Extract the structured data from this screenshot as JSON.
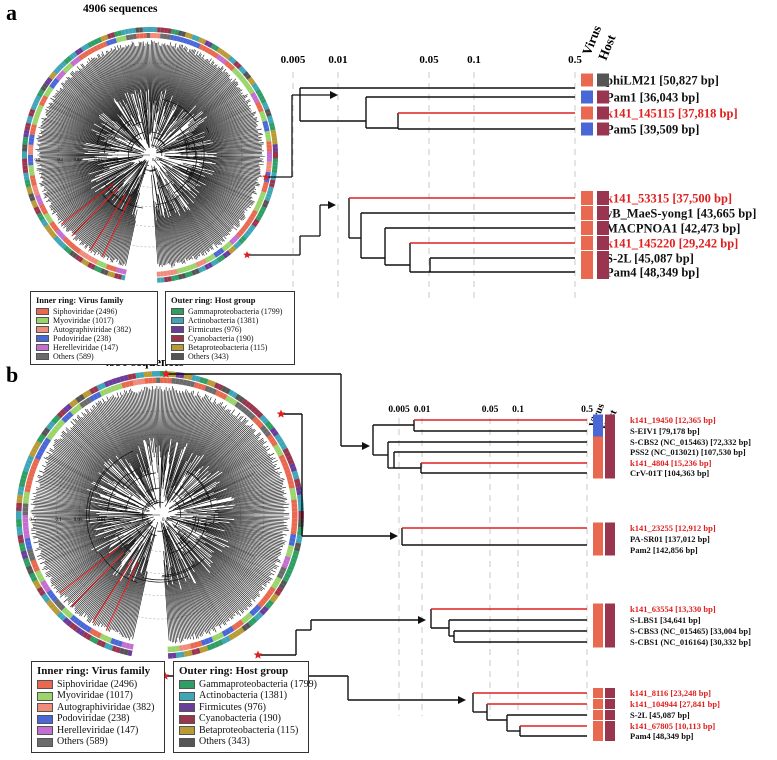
{
  "colors": {
    "siphoviridae": "#e8694f",
    "myoviridae": "#9ad46b",
    "autographiviridae": "#f08c7c",
    "podoviridae": "#4a67d6",
    "herelleviridae": "#c46fd0",
    "others_virus": "#6b6b6b",
    "gammaproteobacteria": "#2f9e64",
    "actinobacteria": "#40a6b7",
    "firmicutes": "#6a3d9a",
    "cyanobacteria": "#9a3550",
    "betaproteobacteria": "#b89b36",
    "others_host": "#555555",
    "novel": "#e02020",
    "star": "#e02020"
  },
  "panel_a": {
    "label": "a",
    "sequence_count": "4906 sequences",
    "inner_scale": [
      "0.5",
      "0.1",
      "0.05",
      "0.01",
      "0.005"
    ],
    "inner_scale_tail": "0.001",
    "scale_ticks": [
      "0.005",
      "0.01",
      "0.05",
      "0.1",
      "0.5"
    ],
    "col_virus": "Virus",
    "col_host": "Host",
    "groups": [
      {
        "leaves": [
          {
            "label": "phiLM21 [50,827 bp]",
            "novel": false,
            "virus": "siphoviridae",
            "host": "others_host"
          },
          {
            "label": "Pam1 [36,043 bp]",
            "novel": false,
            "virus": "podoviridae",
            "host": "cyanobacteria"
          },
          {
            "label": "k141_145115 [37,818 bp]",
            "novel": true,
            "virus": "siphoviridae",
            "host": "cyanobacteria"
          },
          {
            "label": "Pam5 [39,509 bp]",
            "novel": false,
            "virus": "podoviridae",
            "host": "cyanobacteria"
          }
        ]
      },
      {
        "leaves": [
          {
            "label": "k141_53315 [37,500 bp]",
            "novel": true,
            "virus": "siphoviridae",
            "host": "cyanobacteria"
          },
          {
            "label": "vB_MaeS-yong1 [43,665 bp]",
            "novel": false,
            "virus": "siphoviridae",
            "host": "cyanobacteria"
          },
          {
            "label": "MACPNOA1 [42,473 bp]",
            "novel": false,
            "virus": "siphoviridae",
            "host": "cyanobacteria"
          },
          {
            "label": "k141_145220 [29,242 bp]",
            "novel": true,
            "virus": "siphoviridae",
            "host": "cyanobacteria"
          },
          {
            "label": "S-2L [45,087 bp]",
            "novel": false,
            "virus": "siphoviridae",
            "host": "cyanobacteria"
          },
          {
            "label": "Pam4 [48,349 bp]",
            "novel": false,
            "virus": "siphoviridae",
            "host": "cyanobacteria"
          }
        ]
      }
    ]
  },
  "panel_b": {
    "label": "b",
    "sequence_count": "4990 sequences",
    "inner_scale": [
      "0.5",
      "0.1",
      "0.05",
      "0.01",
      "0.005"
    ],
    "inner_scale_tail": "0.001",
    "scale_ticks": [
      "0.005",
      "0.01",
      "0.05",
      "0.1",
      "0.5"
    ],
    "col_virus": "Virus",
    "col_host": "Host",
    "groups": [
      {
        "leaves": [
          {
            "label": "k141_19450 [12,365 bp]",
            "novel": true,
            "virus": "podoviridae",
            "host": "cyanobacteria"
          },
          {
            "label": "S-EIV1 [79,178 bp]",
            "novel": false,
            "virus": "podoviridae",
            "host": "cyanobacteria"
          },
          {
            "label": "S-CBS2 (NC_015463) [72,332 bp]",
            "novel": false,
            "virus": "siphoviridae",
            "host": "cyanobacteria"
          },
          {
            "label": "PSS2 (NC_013021) [107,530 bp]",
            "novel": false,
            "virus": "siphoviridae",
            "host": "cyanobacteria"
          },
          {
            "label": "k141_4804 [15,236 bp]",
            "novel": true,
            "virus": "siphoviridae",
            "host": "cyanobacteria"
          },
          {
            "label": "CrV-01T [104,363 bp]",
            "novel": false,
            "virus": "siphoviridae",
            "host": "cyanobacteria"
          }
        ]
      },
      {
        "leaves": [
          {
            "label": "k141_23255 [12,912 bp]",
            "novel": true,
            "virus": "siphoviridae",
            "host": "cyanobacteria"
          },
          {
            "label": "PA-SR01 [137,012 bp]",
            "novel": false,
            "virus": "siphoviridae",
            "host": "cyanobacteria"
          },
          {
            "label": "Pam2 [142,856 bp]",
            "novel": false,
            "virus": "siphoviridae",
            "host": "cyanobacteria"
          }
        ]
      },
      {
        "leaves": [
          {
            "label": "k141_63554 [13,330 bp]",
            "novel": true,
            "virus": "siphoviridae",
            "host": "cyanobacteria"
          },
          {
            "label": "S-LBS1 [34,641 bp]",
            "novel": false,
            "virus": "siphoviridae",
            "host": "cyanobacteria"
          },
          {
            "label": "S-CBS3 (NC_015465) [33,004 bp]",
            "novel": false,
            "virus": "siphoviridae",
            "host": "cyanobacteria"
          },
          {
            "label": "S-CBS1 (NC_016164) [30,332 bp]",
            "novel": false,
            "virus": "siphoviridae",
            "host": "cyanobacteria"
          }
        ]
      },
      {
        "leaves": [
          {
            "label": "k141_8116 [23,248 bp]",
            "novel": true,
            "virus": "siphoviridae",
            "host": "cyanobacteria"
          },
          {
            "label": "k141_104944 [27,841 bp]",
            "novel": true,
            "virus": "siphoviridae",
            "host": "cyanobacteria"
          },
          {
            "label": "S-2L [45,087 bp]",
            "novel": false,
            "virus": "siphoviridae",
            "host": "cyanobacteria"
          },
          {
            "label": "k141_67805 [10,113 bp]",
            "novel": true,
            "virus": "siphoviridae",
            "host": "cyanobacteria"
          },
          {
            "label": "Pam4 [48,349 bp]",
            "novel": false,
            "virus": "siphoviridae",
            "host": "cyanobacteria"
          }
        ]
      }
    ]
  },
  "legends": {
    "inner_title": "Inner ring: Virus family",
    "inner_items": [
      {
        "label": "Siphoviridae (2496)",
        "color": "#e8694f"
      },
      {
        "label": "Myoviridae (1017)",
        "color": "#9ad46b"
      },
      {
        "label": "Autographiviridae (382)",
        "color": "#f08c7c"
      },
      {
        "label": "Podoviridae (238)",
        "color": "#4a67d6"
      },
      {
        "label": "Herelleviridae (147)",
        "color": "#c46fd0"
      },
      {
        "label": "Others (589)",
        "color": "#6b6b6b"
      }
    ],
    "outer_title": "Outer ring: Host group",
    "outer_items": [
      {
        "label": "Gammaproteobacteria (1799)",
        "color": "#2f9e64"
      },
      {
        "label": "Actinobacteria (1381)",
        "color": "#40a6b7"
      },
      {
        "label": "Firmicutes (976)",
        "color": "#6a3d9a"
      },
      {
        "label": "Cyanobacteria (190)",
        "color": "#9a3550"
      },
      {
        "label": "Betaproteobacteria (115)",
        "color": "#b89b36"
      },
      {
        "label": "Others (343)",
        "color": "#555555"
      }
    ]
  }
}
